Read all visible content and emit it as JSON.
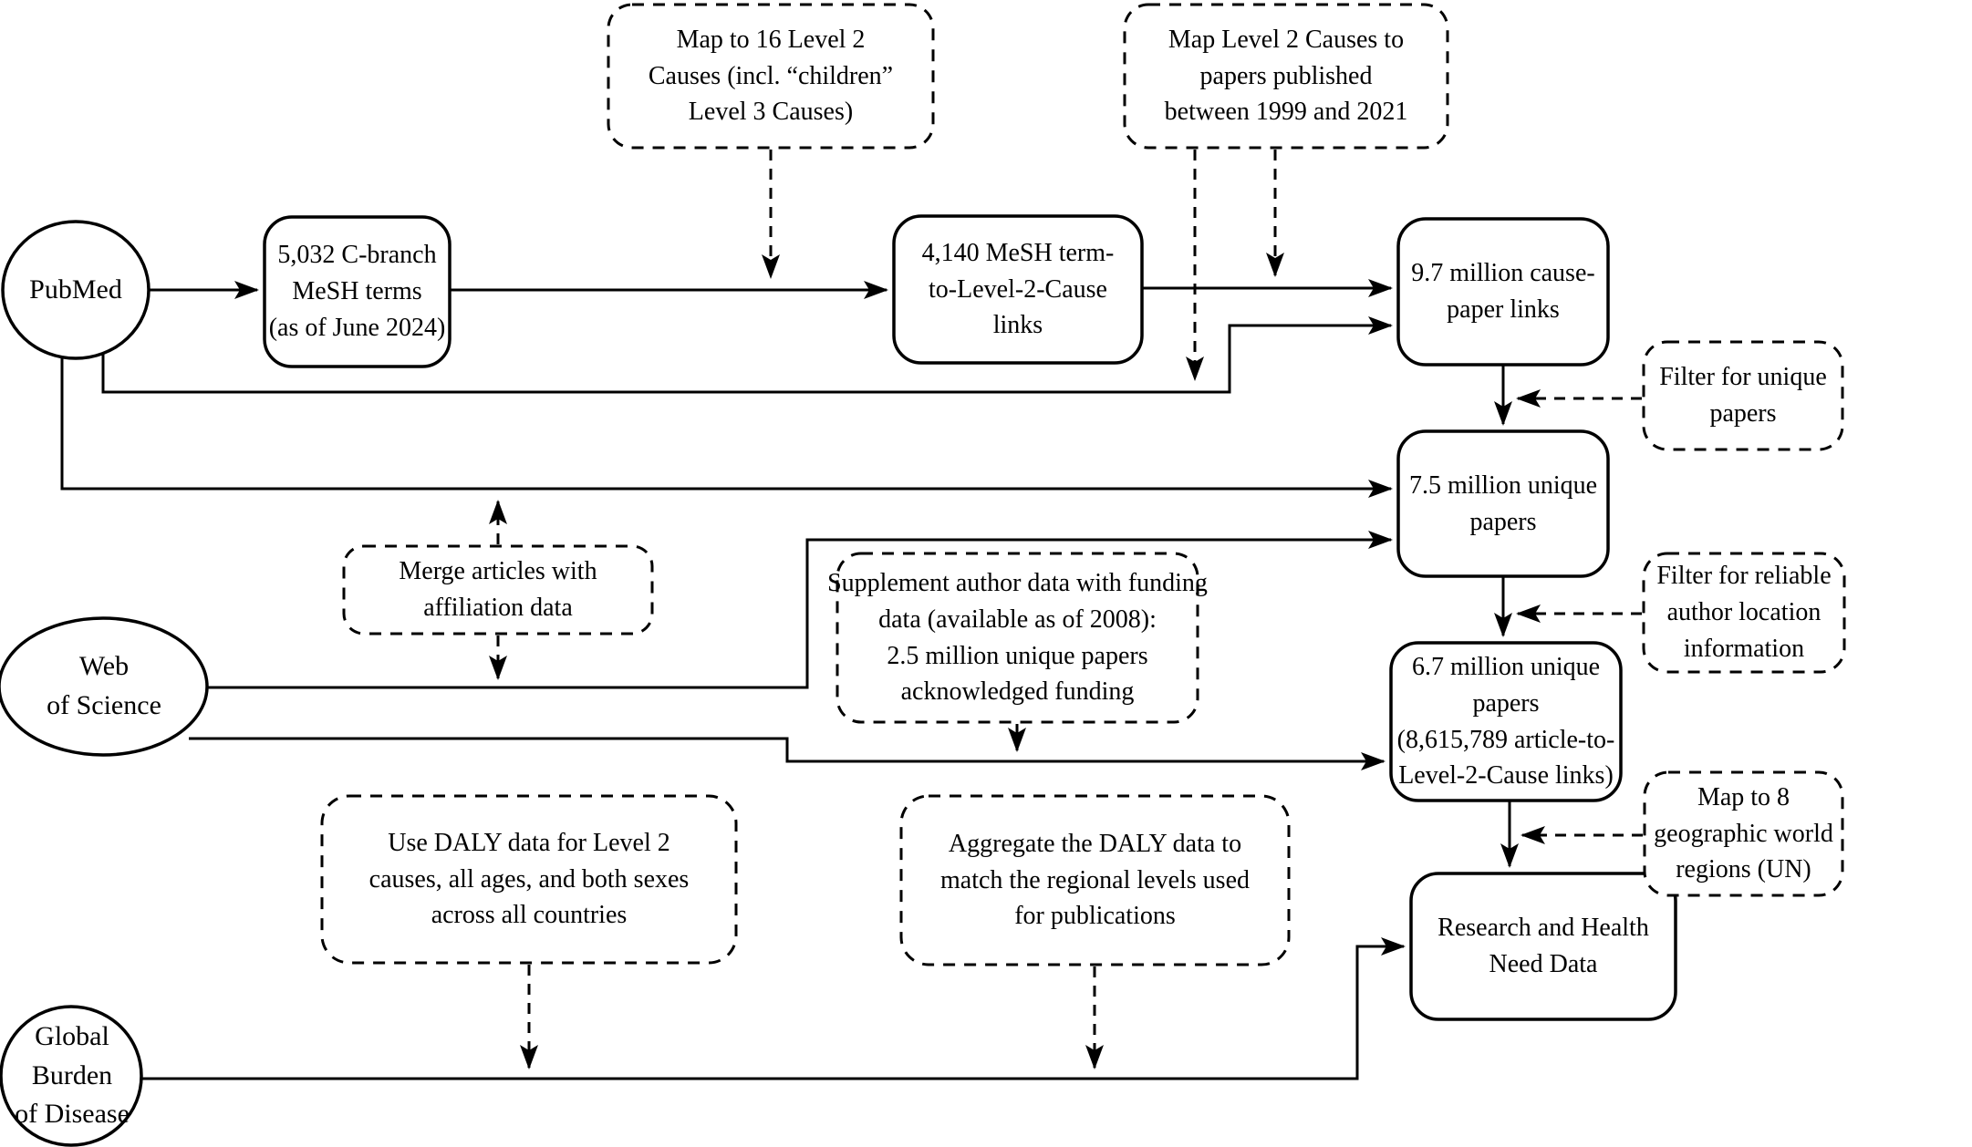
{
  "figure": {
    "type": "flowchart",
    "colors": {
      "stroke": "#000000",
      "fill": "#ffffff",
      "text": "#000000"
    },
    "sources": {
      "pubmed": {
        "label": "PubMed"
      },
      "wos": {
        "label": "Web\nof Science"
      },
      "gbd": {
        "label": "Global\nBurden\nof Disease"
      }
    },
    "process_nodes": {
      "mesh_terms": {
        "label": "5,032 C-branch\nMeSH terms\n(as of June 2024)"
      },
      "mesh_links": {
        "label": "4,140 MeSH term-\nto-Level-2-Cause\nlinks"
      },
      "cause_paper": {
        "label": "9.7 million cause-\npaper links"
      },
      "unique_papers": {
        "label": "7.5 million unique\npapers"
      },
      "located_papers": {
        "label": "6.7 million unique\npapers\n(8,615,789 article-to-\nLevel-2-Cause links)"
      },
      "research_health": {
        "label": "Research and Health\nNeed Data"
      }
    },
    "annotations": {
      "map16": {
        "label": "Map to 16 Level 2\nCauses (incl. “children”\nLevel 3 Causes)"
      },
      "map_papers": {
        "label": "Map Level 2 Causes to\npapers published\nbetween 1999 and 2021"
      },
      "filter_unique": {
        "label": "Filter for unique\npapers"
      },
      "merge_articles": {
        "label": "Merge articles with\naffiliation data"
      },
      "supplement": {
        "label": "Supplement author data with funding\ndata (available as of 2008):\n2.5 million unique papers\nacknowledged funding"
      },
      "filter_reliable": {
        "label": "Filter for reliable\nauthor location\ninformation"
      },
      "map8": {
        "label": "Map to 8\ngeographic world\nregions (UN)"
      },
      "use_daly": {
        "label": "Use DALY data for Level 2\ncauses, all ages, and both sexes\nacross all countries"
      },
      "aggregate_daly": {
        "label": "Aggregate the DALY data to\nmatch the regional levels used\nfor publications"
      }
    },
    "edges": [
      {
        "id": "pubmed-to-mesh-terms",
        "from": "pubmed",
        "to": "mesh_terms",
        "style": "solid"
      },
      {
        "id": "mesh-terms-to-mesh-links",
        "from": "mesh_terms",
        "to": "mesh_links",
        "style": "solid"
      },
      {
        "id": "mesh-links-to-cause-paper",
        "from": "mesh_links",
        "to": "cause_paper",
        "style": "solid"
      },
      {
        "id": "pubmed-to-cause-paper",
        "from": "pubmed",
        "to": "cause_paper",
        "style": "solid"
      },
      {
        "id": "pubmed-to-unique-papers",
        "from": "pubmed",
        "to": "unique_papers",
        "style": "solid"
      },
      {
        "id": "wos-to-unique-papers",
        "from": "wos",
        "to": "unique_papers",
        "style": "solid"
      },
      {
        "id": "wos-to-located-papers",
        "from": "wos",
        "to": "located_papers",
        "style": "solid"
      },
      {
        "id": "cause-paper-to-unique",
        "from": "cause_paper",
        "to": "unique_papers",
        "style": "solid"
      },
      {
        "id": "unique-to-located",
        "from": "unique_papers",
        "to": "located_papers",
        "style": "solid"
      },
      {
        "id": "located-to-research",
        "from": "located_papers",
        "to": "research_health",
        "style": "solid"
      },
      {
        "id": "gbd-to-research",
        "from": "gbd",
        "to": "research_health",
        "style": "solid"
      },
      {
        "id": "map16-annotation",
        "from": "map16",
        "to": "pubmed-to-mesh-terms segment",
        "style": "dashed"
      },
      {
        "id": "map-papers-annotation-left",
        "from": "map_papers",
        "to": "pubmed-to-cause-paper",
        "style": "dashed"
      },
      {
        "id": "map-papers-annotation-right",
        "from": "map_papers",
        "to": "mesh-links-to-cause-paper",
        "style": "dashed"
      },
      {
        "id": "filter-unique-annotation",
        "from": "filter_unique",
        "to": "cause-paper-to-unique",
        "style": "dashed"
      },
      {
        "id": "merge-annotation-up",
        "from": "merge_articles",
        "to": "pubmed-to-unique-papers",
        "style": "dashed"
      },
      {
        "id": "merge-annotation-down",
        "from": "merge_articles",
        "to": "wos-to-unique-papers",
        "style": "dashed"
      },
      {
        "id": "supplement-annotation",
        "from": "supplement",
        "to": "wos-to-located-papers",
        "style": "dashed"
      },
      {
        "id": "filter-reliable-annotation",
        "from": "filter_reliable",
        "to": "unique-to-located",
        "style": "dashed"
      },
      {
        "id": "map8-annotation",
        "from": "map8",
        "to": "located-to-research",
        "style": "dashed"
      },
      {
        "id": "use-daly-annotation",
        "from": "use_daly",
        "to": "gbd-to-research",
        "style": "dashed"
      },
      {
        "id": "aggregate-daly-annotation",
        "from": "aggregate_daly",
        "to": "gbd-to-research",
        "style": "dashed"
      }
    ]
  }
}
